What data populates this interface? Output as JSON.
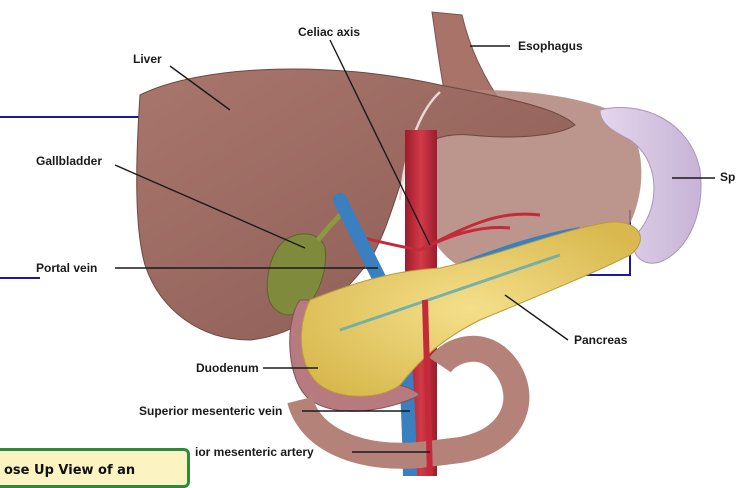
{
  "labels": {
    "liver": "Liver",
    "celiac_axis": "Celiac axis",
    "esophagus": "Esophagus",
    "spleen_partial": "Sp",
    "gallbladder": "Gallbladder",
    "portal_vein": "Portal vein",
    "pancreas": "Pancreas",
    "duodenum": "Duodenum",
    "superior_mesenteric_vein": "Superior mesenteric vein",
    "superior_mesenteric_artery_partial": "ior mesenteric artery"
  },
  "caption": "ose Up View of an",
  "colors": {
    "liver": "#9b6a62",
    "pancreas": "#ecd271",
    "artery": "#c42a3a",
    "vein": "#3a7fbf",
    "frame": "#1a1aa8",
    "caption_bg": "#fbf3c2",
    "caption_border": "#2f8a3c"
  }
}
